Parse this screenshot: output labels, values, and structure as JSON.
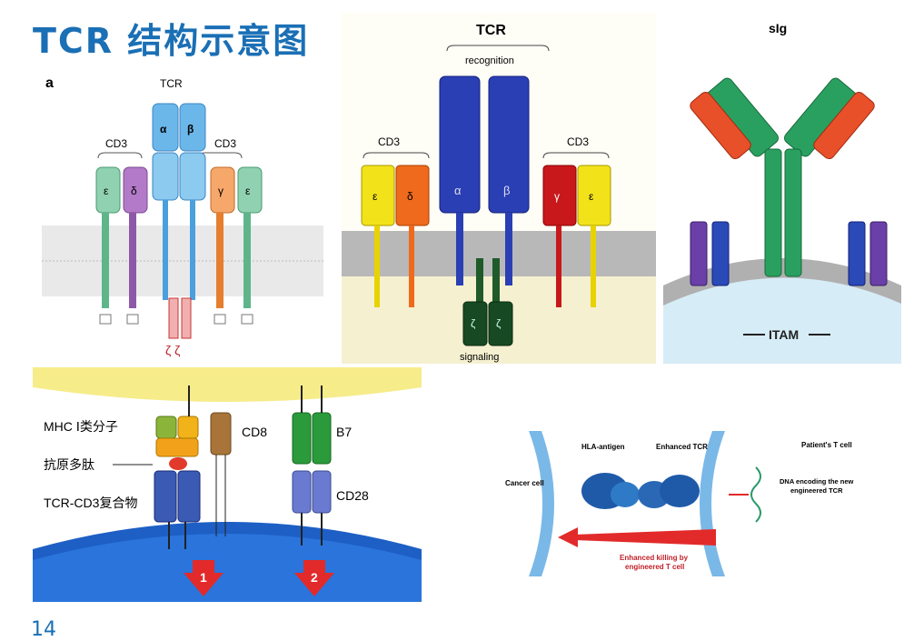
{
  "page": {
    "title": "TCR 结构示意图",
    "page_number": "14"
  },
  "panel_a": {
    "letter": "a",
    "tcr_label": "TCR",
    "cd3_left": "CD3",
    "cd3_right": "CD3",
    "chains": [
      "ε",
      "δ",
      "α",
      "β",
      "γ",
      "ε"
    ],
    "zeta": "ζ ζ"
  },
  "panel_b": {
    "title": "TCR",
    "recognition": "recognition",
    "signaling": "signaling",
    "cd3_left": "CD3",
    "cd3_right": "CD3",
    "chains": [
      "ε",
      "δ",
      "α",
      "β",
      "γ",
      "ε",
      "ζ",
      "ζ"
    ]
  },
  "panel_c": {
    "title": "sIg",
    "itam": "ITAM"
  },
  "panel_d": {
    "mhc": "MHC Ⅰ类分子",
    "peptide": "抗原多肽",
    "tcr_cd3": "TCR-CD3复合物",
    "cd8": "CD8",
    "b7": "B7",
    "cd28": "CD28",
    "signal_1": "1",
    "signal_2": "2"
  },
  "panel_e": {
    "hla": "HLA-antigen",
    "enhanced_tcr": "Enhanced TCR",
    "patient": "Patient's T cell",
    "cancer": "Cancer cell",
    "dna_line1": "DNA encoding the new",
    "dna_line2": "engineered TCR",
    "killing_line1": "Enhanced killing by",
    "killing_line2": "engineered T cell"
  }
}
